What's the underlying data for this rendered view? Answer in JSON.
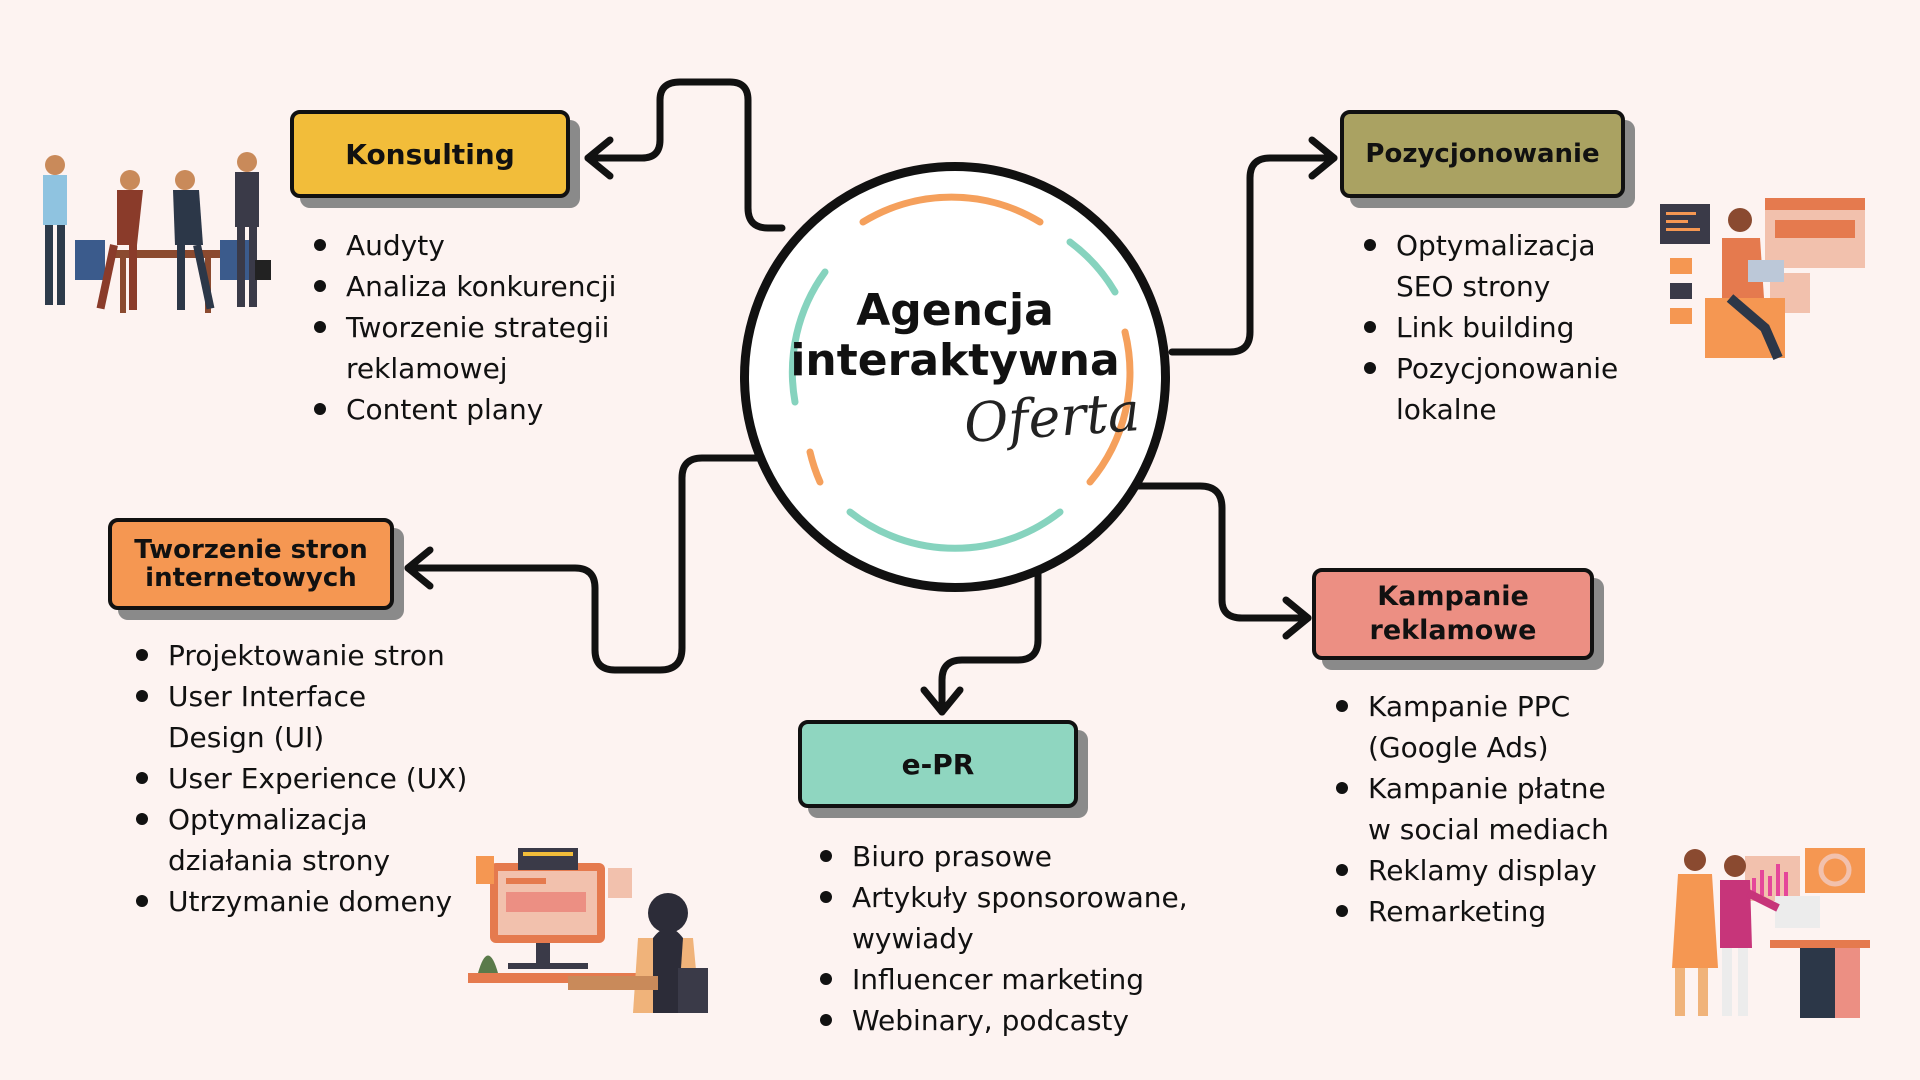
{
  "hub": {
    "title": "Agencja\ninteraktywna",
    "subtitle": "Oferta"
  },
  "colors": {
    "konsulting": "#f2bd3a",
    "pozycjonowanie": "#aaa262",
    "tworzenie": "#f59752",
    "kampanie": "#ec8f83",
    "epr": "#8fd6c0",
    "ring_orange": "#f5a05c",
    "ring_teal": "#86d3be",
    "background": "#fdf3f1"
  },
  "nodes": {
    "konsulting": {
      "title": "Konsulting",
      "items": [
        "Audyty",
        "Analiza konkurencji",
        "Tworzenie strategii\nreklamowej",
        "Content plany"
      ]
    },
    "pozycjonowanie": {
      "title": "Pozycjonowanie",
      "items": [
        "Optymalizacja\nSEO strony",
        "Link building",
        "Pozycjonowanie\nlokalne"
      ]
    },
    "tworzenie": {
      "title": "Tworzenie stron\ninternetowych",
      "items": [
        "Projektowanie stron",
        "User Interface\nDesign (UI)",
        "User Experience (UX)",
        "Optymalizacja\ndziałania strony",
        "Utrzymanie domeny"
      ]
    },
    "kampanie": {
      "title": "Kampanie\nreklamowe",
      "items": [
        "Kampanie PPC\n(Google Ads)",
        "Kampanie płatne\nw social mediach",
        "Reklamy display",
        "Remarketing"
      ]
    },
    "epr": {
      "title": "e-PR",
      "items": [
        "Biuro prasowe",
        "Artykuły sponsorowane,\nwywiady",
        "Influencer marketing",
        "Webinary, podcasty"
      ]
    }
  },
  "icons": [
    "business-handshake-illustration",
    "seo-developer-illustration",
    "web-designer-illustration",
    "marketing-presentation-illustration",
    "arrow-icon"
  ]
}
